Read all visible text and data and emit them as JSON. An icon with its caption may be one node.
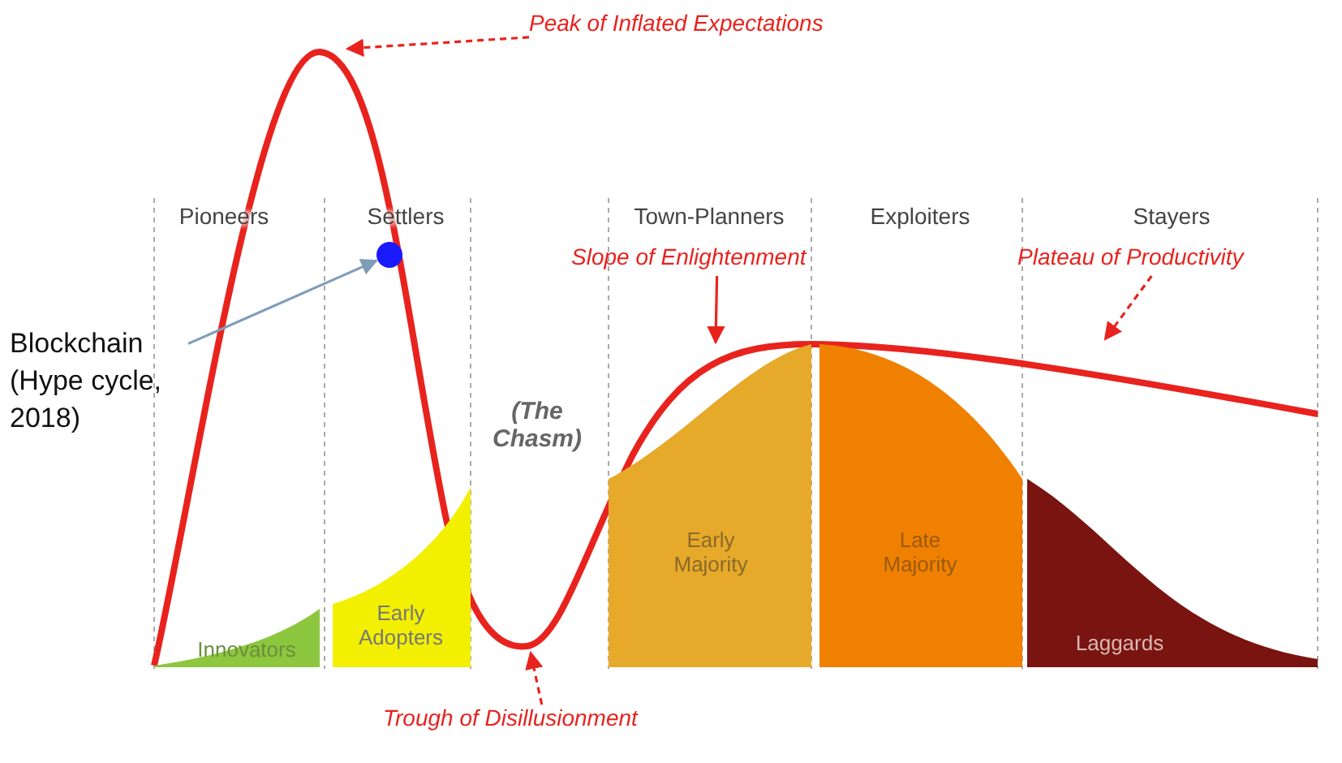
{
  "diagram": {
    "nodes": [
      {
        "text": [
          "Peak of Inflated Expectations"
        ]
      },
      {
        "text": [],
        "shape": "circle"
      },
      {
        "text": [
          "Blockchain (Hype cycle, 2018)"
        ]
      },
      {
        "text": [
          "Slope of Enlightenment"
        ]
      },
      {
        "text": [
          "Plateau of Productivity"
        ]
      },
      {
        "text": [
          "Innovators"
        ]
      },
      {
        "text": [
          "Early Adopters"
        ]
      },
      {
        "text": [
          "Early Majority"
        ]
      },
      {
        "text": [
          "Late Majority"
        ]
      },
      {
        "text": [
          "Laggards"
        ]
      },
      {
        "text": [
          "Trough of Disillusionment"
        ]
      }
    ],
    "edges": [
      {
        "from": 0,
        "to": null,
        "arrow": "to",
        "style": "dashed"
      },
      {
        "from": 2,
        "to": 1,
        "arrow": "to",
        "color": "#7f9db9"
      },
      {
        "from": 3,
        "to": null,
        "arrow": "to"
      },
      {
        "from": 4,
        "to": null,
        "arrow": "to",
        "style": "dashed"
      },
      {
        "from": 10,
        "to": null,
        "arrow": "to",
        "style": "dashed"
      }
    ],
    "labels": [
      "Pioneers",
      "Settlers",
      "Town-Planners",
      "Exploiters",
      "Stayers",
      "(The Chasm)"
    ]
  }
}
